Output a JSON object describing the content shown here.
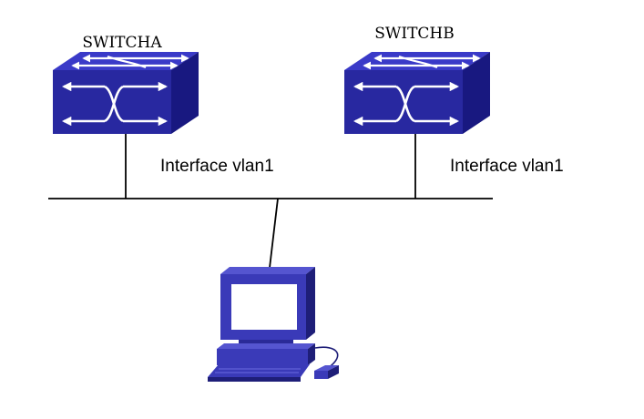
{
  "switches": [
    {
      "label": "SWITCHA",
      "interface_label": "Interface vlan1"
    },
    {
      "label": "SWITCHB",
      "interface_label": "Interface vlan1"
    }
  ],
  "colors": {
    "switch_front": "#2828a0",
    "switch_top": "#3a3ac8",
    "switch_side": "#181880",
    "pc_body": "#3a3ab8",
    "pc_dark": "#1e1e78",
    "pc_screen": "#ffffff",
    "line": "#000000"
  },
  "icons": {
    "switch": "network-switch-icon",
    "computer": "desktop-computer-icon"
  }
}
